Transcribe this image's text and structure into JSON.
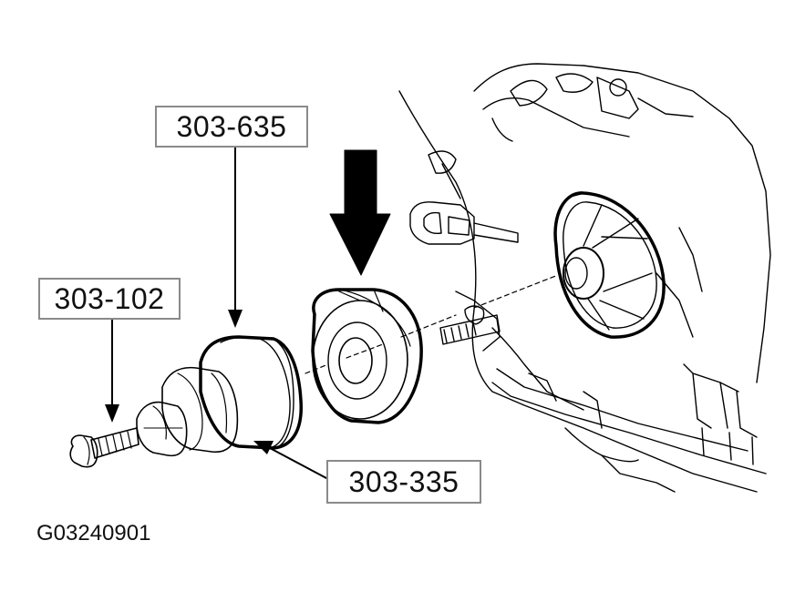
{
  "callouts": {
    "tool_303_635": "303-635",
    "tool_303_102": "303-102",
    "tool_303_335": "303-335"
  },
  "figure_id": "G03240901"
}
